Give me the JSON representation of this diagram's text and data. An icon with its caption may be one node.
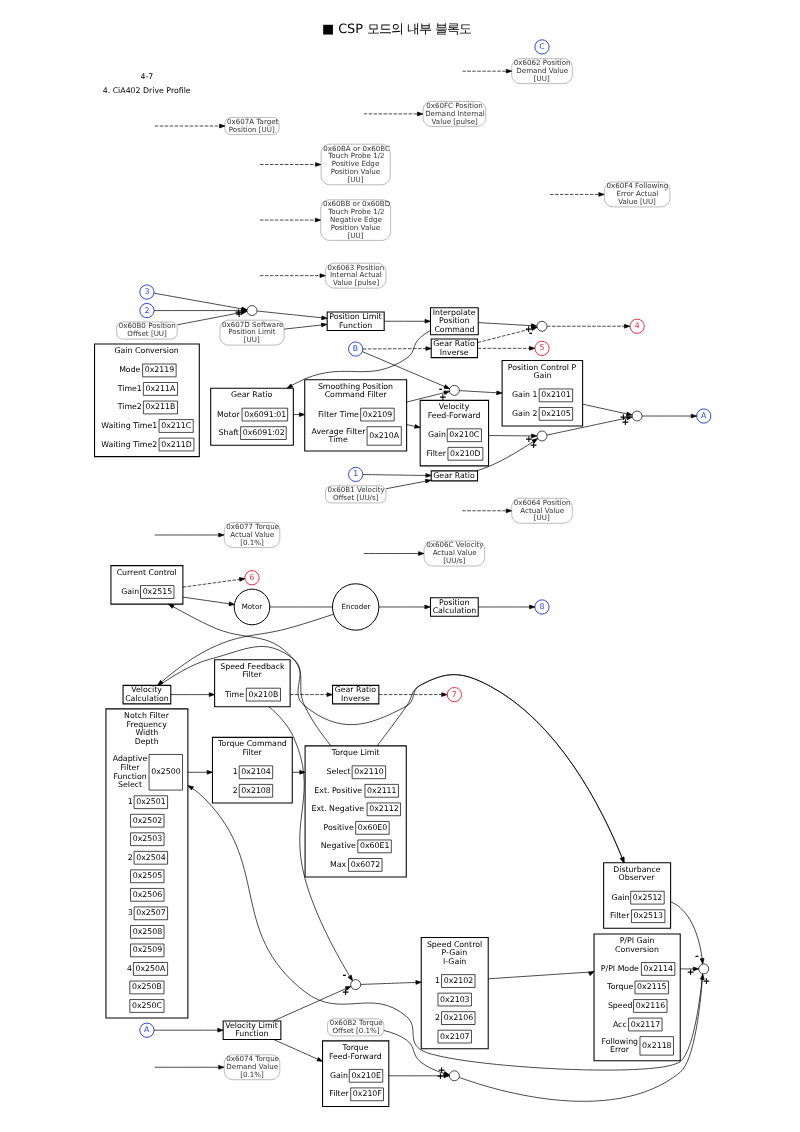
{
  "diagram": {
    "title": "■ CSP 모드의 내부 블록도",
    "nodes": [
      {
        "text": [
          "0x60B1 Velocity Offset [UU/s]"
        ]
      },
      {
        "text": [
          "1"
        ]
      },
      {
        "text": [
          "Gear Ratio"
        ]
      },
      {
        "text": [
          "0x60B0 Position Offset [UU]"
        ]
      },
      {
        "text": [
          "0x607A Target Position [UU]"
        ]
      },
      {
        "text": [
          "2"
        ]
      },
      {
        "text": [
          "3"
        ]
      },
      {
        "text": [],
        "shape": "circle"
      },
      {
        "text": [
          "Position Limit Function"
        ]
      },
      {
        "text": [
          "Interpolate Position Command"
        ]
      },
      {
        "text": [
          "C"
        ]
      },
      {
        "text": [
          "0x6062 Position Demand Value [UU]"
        ]
      },
      {
        "text": [
          "Gear Ratio"
        ]
      },
      {
        "text": [
          "0x6091:01"
        ],
        "in": 12,
        "beside": [
          "Motor"
        ]
      },
      {
        "text": [
          "0x6091:02"
        ],
        "in": 12,
        "beside": [
          "Shaft"
        ]
      },
      {
        "text": [
          "0x60FC Position Demand Internal Value [pulse]"
        ]
      },
      {
        "text": [
          "Smoothing Position Command Filter"
        ]
      },
      {
        "text": [
          "0x2109"
        ],
        "in": 16,
        "beside": [
          "Filter Time"
        ]
      },
      {
        "text": [
          "0x210A"
        ],
        "in": 16,
        "beside": [
          "Average Filter Time"
        ]
      },
      {
        "text": [],
        "shape": "circle"
      },
      {
        "text": [
          "Velocity Feed-Forward"
        ]
      },
      {
        "text": [
          "0x210C"
        ],
        "in": 20,
        "beside": [
          "Gain"
        ]
      },
      {
        "text": [
          "0x210D"
        ],
        "in": 20,
        "beside": [
          "Filter"
        ]
      },
      {
        "text": [
          "Position Control P Gain"
        ]
      },
      {
        "text": [
          "0x2101"
        ],
        "in": 23,
        "beside": [
          "Gain 1"
        ]
      },
      {
        "text": [
          "0x2105"
        ],
        "in": 23,
        "beside": [
          "Gain 2"
        ]
      },
      {
        "text": [],
        "shape": "circle"
      },
      {
        "text": [],
        "shape": "circle"
      },
      {
        "text": [
          "A"
        ]
      },
      {
        "text": [
          "0x607D Software Position Limit [UU]"
        ]
      },
      {
        "text": [
          "0x60F4 Following Error Actual Value [UU]"
        ]
      },
      {
        "text": [
          "0x60BA or 0x60BC Touch Probe 1/2 Positive Edge Position Value [UU]"
        ]
      },
      {
        "text": [
          "0x60BB or 0x60BD Touch Probe 1/2 Negative Edge Position Value [UU]"
        ]
      },
      {
        "text": [
          "0x6063 Position Internal Actual Value [pulse]"
        ]
      },
      {
        "text": [
          "4"
        ]
      },
      {
        "text": [],
        "shape": "circle"
      },
      {
        "text": [
          "5"
        ]
      },
      {
        "text": [
          "Gear Ratio Inverse"
        ]
      },
      {
        "text": [
          "B"
        ]
      },
      {
        "text": [
          "0x6064 Position Actual Value [UU]"
        ]
      },
      {
        "text": [
          "0x60B2 Torque Offset [0.1%]"
        ]
      },
      {
        "text": [
          "Torque Feed-Forward"
        ]
      },
      {
        "text": [
          "0x210E"
        ],
        "in": 41,
        "beside": [
          "Gain"
        ]
      },
      {
        "text": [
          "0x210F"
        ],
        "in": 41,
        "beside": [
          "Filter"
        ]
      },
      {
        "text": [
          "Gain Conversion"
        ]
      },
      {
        "text": [
          "0x2119"
        ],
        "in": 44,
        "beside": [
          "Mode"
        ]
      },
      {
        "text": [
          "0x211A"
        ],
        "in": 44,
        "beside": [
          "Time1"
        ]
      },
      {
        "text": [
          "0x211B"
        ],
        "in": 44,
        "beside": [
          "Time2"
        ]
      },
      {
        "text": [
          "0x211C"
        ],
        "in": 44,
        "beside": [
          "Waiting Time1"
        ]
      },
      {
        "text": [
          "0x211D"
        ],
        "in": 44,
        "beside": [
          "Waiting Time2"
        ]
      },
      {
        "text": [],
        "shape": "circle"
      },
      {
        "text": [
          "A"
        ]
      },
      {
        "text": [
          "Velocity Limit Function"
        ]
      },
      {
        "text": [],
        "shape": "circle"
      },
      {
        "text": [
          "Speed Control",
          "P-Gain",
          "I-Gain"
        ]
      },
      {
        "text": [
          "0x2102"
        ],
        "in": 54,
        "beside": [
          "1"
        ]
      },
      {
        "text": [
          "0x2103"
        ],
        "in": 54
      },
      {
        "text": [
          "0x2106"
        ],
        "in": 54,
        "beside": [
          "2"
        ]
      },
      {
        "text": [
          "0x2107"
        ],
        "in": 54
      },
      {
        "text": [
          "P/PI Gain Conversion"
        ]
      },
      {
        "text": [
          "0x2114"
        ],
        "in": 59,
        "beside": [
          "P/PI Mode"
        ]
      },
      {
        "text": [
          "0x2115"
        ],
        "in": 59,
        "beside": [
          "Torque"
        ]
      },
      {
        "text": [
          "0x2116"
        ],
        "in": 59,
        "beside": [
          "Speed"
        ]
      },
      {
        "text": [
          "0x2117"
        ],
        "in": 59,
        "beside": [
          "Acc"
        ]
      },
      {
        "text": [
          "0x2118"
        ],
        "in": 59,
        "beside": [
          "Following Error"
        ]
      },
      {
        "text": [],
        "shape": "circle"
      },
      {
        "text": [
          "Notch Filter",
          "Frequency",
          "Width",
          "Depth"
        ]
      },
      {
        "text": [
          "0x2500"
        ],
        "in": 66,
        "beside": [
          "Adaptive Filter Function Select"
        ]
      },
      {
        "text": [
          "0x2501"
        ],
        "in": 66,
        "beside": [
          "1"
        ]
      },
      {
        "text": [
          "0x2502"
        ],
        "in": 66
      },
      {
        "text": [
          "0x2503"
        ],
        "in": 66
      },
      {
        "text": [
          "0x2504"
        ],
        "in": 66,
        "beside": [
          "2"
        ]
      },
      {
        "text": [
          "0x2505"
        ],
        "in": 66
      },
      {
        "text": [
          "0x2506"
        ],
        "in": 66
      },
      {
        "text": [
          "0x2507"
        ],
        "in": 66,
        "beside": [
          "3"
        ]
      },
      {
        "text": [
          "0x2508"
        ],
        "in": 66
      },
      {
        "text": [
          "0x2509"
        ],
        "in": 66
      },
      {
        "text": [
          "0x250A"
        ],
        "in": 66,
        "beside": [
          "4"
        ]
      },
      {
        "text": [
          "0x250B"
        ],
        "in": 66
      },
      {
        "text": [
          "0x250C"
        ],
        "in": 66
      },
      {
        "text": [
          "7"
        ]
      },
      {
        "text": [
          "Gear Ratio Inverse"
        ]
      },
      {
        "text": [
          "0x606C Velocity Actual Value [UU/s]"
        ]
      },
      {
        "text": [
          "Speed Feedback Filter"
        ]
      },
      {
        "text": [
          "0x210B"
        ],
        "in": 83,
        "beside": [
          "Time"
        ]
      },
      {
        "text": [
          "Torque Command Filter"
        ]
      },
      {
        "text": [
          "0x2104"
        ],
        "in": 85,
        "beside": [
          "1"
        ]
      },
      {
        "text": [
          "0x2108"
        ],
        "in": 85,
        "beside": [
          "2"
        ]
      },
      {
        "text": [
          "0x6077 Torque Actual Value [0.1%]"
        ]
      },
      {
        "text": [
          "Velocity Calculation"
        ]
      },
      {
        "text": [
          "Disturbance Observer"
        ]
      },
      {
        "text": [
          "0x2512"
        ],
        "in": 90,
        "beside": [
          "Gain"
        ]
      },
      {
        "text": [
          "0x2513"
        ],
        "in": 90,
        "beside": [
          "Filter"
        ]
      },
      {
        "text": [
          "Torque Limit"
        ]
      },
      {
        "text": [
          "0x2110"
        ],
        "in": 93,
        "beside": [
          "Select"
        ]
      },
      {
        "text": [
          "0x2111"
        ],
        "in": 93,
        "beside": [
          "Ext. Positive"
        ]
      },
      {
        "text": [
          "0x2112"
        ],
        "in": 93,
        "beside": [
          "Ext. Negative"
        ]
      },
      {
        "text": [
          "0x60E0"
        ],
        "in": 93,
        "beside": [
          "Positive"
        ]
      },
      {
        "text": [
          "0x60E1"
        ],
        "in": 93,
        "beside": [
          "Negative"
        ]
      },
      {
        "text": [
          "0x6072"
        ],
        "in": 93,
        "beside": [
          "Max"
        ]
      },
      {
        "text": [
          "6"
        ]
      },
      {
        "text": [
          "8"
        ]
      },
      {
        "text": [
          "Position Calculation"
        ]
      },
      {
        "text": [
          "Encoder"
        ]
      },
      {
        "text": [
          "Motor"
        ]
      },
      {
        "text": [
          "Current Control"
        ]
      },
      {
        "text": [
          "0x2515"
        ],
        "in": 105,
        "beside": [
          "Gain"
        ]
      },
      {
        "text": [
          "0x6074 Torque Demand Value [0.1%]"
        ]
      }
    ],
    "edges": [
      {
        "from": 1,
        "to": 2,
        "arrow": "to"
      },
      {
        "from": 0,
        "to": 2,
        "arrow": "to"
      },
      {
        "from": 2,
        "to": 26,
        "arrow": "to",
        "label": "+"
      },
      {
        "from": 5,
        "to": 7,
        "arrow": "to",
        "label": "+"
      },
      {
        "from": 3,
        "to": 7,
        "arrow": "to"
      },
      {
        "from": 6,
        "to": 7,
        "arrow": "to",
        "label": "+"
      },
      {
        "from": null,
        "to": 4,
        "arrow": "to",
        "style": "dashed"
      },
      {
        "from": 7,
        "to": 8,
        "arrow": "to"
      },
      {
        "from": 29,
        "to": 8,
        "arrow": "to"
      },
      {
        "from": 8,
        "to": 9,
        "arrow": "to"
      },
      {
        "from": 9,
        "to": 12,
        "arrow": "to"
      },
      {
        "from": 9,
        "to": 35,
        "arrow": "to",
        "label": "+"
      },
      {
        "from": null,
        "to": 11,
        "arrow": "to",
        "style": "dashed"
      },
      {
        "from": 12,
        "to": 16,
        "arrow": "to"
      },
      {
        "from": null,
        "to": 15,
        "arrow": "to",
        "style": "dashed"
      },
      {
        "from": 16,
        "to": 20,
        "arrow": "to"
      },
      {
        "from": 16,
        "to": 19,
        "arrow": "to",
        "label": "+"
      },
      {
        "from": 19,
        "to": 23,
        "arrow": "to"
      },
      {
        "from": 23,
        "to": 27,
        "arrow": "to",
        "label": "+"
      },
      {
        "from": 20,
        "to": 26,
        "arrow": "to",
        "label": "+"
      },
      {
        "from": 26,
        "to": 27,
        "arrow": "to",
        "label": "+"
      },
      {
        "from": 27,
        "to": 28,
        "arrow": "to"
      },
      {
        "from": 38,
        "to": 19,
        "arrow": "to",
        "label": "-"
      },
      {
        "from": 38,
        "to": 37,
        "arrow": "to",
        "style": "dashed"
      },
      {
        "from": 37,
        "to": 35,
        "arrow": "to",
        "label": "-",
        "style": "dashed"
      },
      {
        "from": 37,
        "to": 36,
        "arrow": "to",
        "style": "dashed"
      },
      {
        "from": 35,
        "to": 34,
        "arrow": "to",
        "style": "dashed"
      },
      {
        "from": null,
        "to": 30,
        "arrow": "to",
        "style": "dashed"
      },
      {
        "from": null,
        "to": 31,
        "arrow": "to",
        "style": "dashed"
      },
      {
        "from": null,
        "to": 32,
        "arrow": "to",
        "style": "dashed"
      },
      {
        "from": null,
        "to": 33,
        "arrow": "to",
        "style": "dashed"
      },
      {
        "from": null,
        "to": 39,
        "arrow": "to",
        "style": "dashed"
      },
      {
        "from": 40,
        "to": 50,
        "arrow": "to",
        "label": "+"
      },
      {
        "from": 41,
        "to": 50,
        "arrow": "to",
        "label": "+"
      },
      {
        "from": 51,
        "to": 52,
        "arrow": "to"
      },
      {
        "from": 52,
        "to": 53,
        "arrow": "to",
        "label": "+"
      },
      {
        "from": 52,
        "to": 41,
        "arrow": "to"
      },
      {
        "from": 53,
        "to": 54,
        "arrow": "to"
      },
      {
        "from": 54,
        "to": 59,
        "arrow": "to"
      },
      {
        "from": 59,
        "to": 65,
        "arrow": "to",
        "label": "+"
      },
      {
        "from": 50,
        "to": 65,
        "arrow": "to",
        "label": "+"
      },
      {
        "from": 90,
        "to": 65,
        "arrow": "to",
        "label": "-"
      },
      {
        "from": 65,
        "to": 66,
        "arrow": "to"
      },
      {
        "from": 66,
        "to": 85,
        "arrow": "to"
      },
      {
        "from": 85,
        "to": 93,
        "arrow": "to"
      },
      {
        "from": 93,
        "to": 105,
        "arrow": "to"
      },
      {
        "from": 93,
        "to": 90,
        "arrow": "to"
      },
      {
        "from": null,
        "to": 107,
        "arrow": "to"
      },
      {
        "from": 105,
        "to": 104,
        "arrow": "to"
      },
      {
        "from": 104,
        "to": 103,
        "arrow": "none"
      },
      {
        "from": 103,
        "to": 102,
        "arrow": "to"
      },
      {
        "from": 102,
        "to": 101,
        "arrow": "to"
      },
      {
        "from": 103,
        "to": 89,
        "arrow": "to"
      },
      {
        "from": 89,
        "to": 83,
        "arrow": "to"
      },
      {
        "from": 83,
        "to": 53,
        "arrow": "to",
        "label": "-"
      },
      {
        "from": 83,
        "to": 81,
        "arrow": "to",
        "style": "dashed"
      },
      {
        "from": 81,
        "to": 80,
        "arrow": "to",
        "style": "dashed"
      },
      {
        "from": null,
        "to": 82,
        "arrow": "to"
      },
      {
        "from": 89,
        "to": 90,
        "arrow": "to"
      },
      {
        "from": 105,
        "to": 100,
        "arrow": "to",
        "style": "dashed"
      },
      {
        "from": null,
        "to": 88,
        "arrow": "to"
      }
    ],
    "labels": [
      "4. CiA402 Drive Profile",
      "4-7"
    ]
  }
}
